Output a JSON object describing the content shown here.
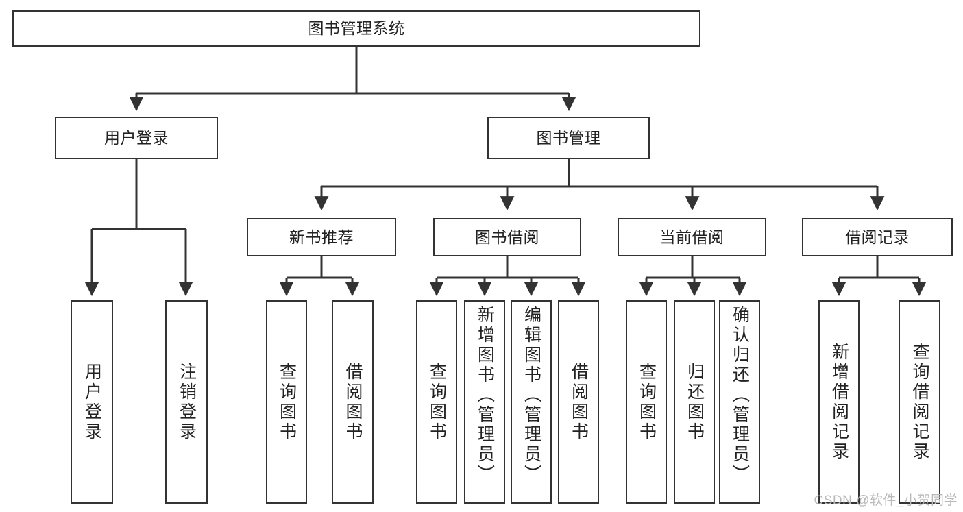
{
  "diagram": {
    "title": "图书管理系统",
    "type": "tree-hierarchy-diagram",
    "colors": {
      "stroke": "#333333",
      "fill": "#ffffff",
      "text": "#222222",
      "watermark": "#b9b9b9"
    },
    "root": {
      "label": "图书管理系统"
    },
    "level2": [
      {
        "label": "用户登录"
      },
      {
        "label": "图书管理"
      }
    ],
    "level3": [
      {
        "label": "新书推荐"
      },
      {
        "label": "图书借阅"
      },
      {
        "label": "当前借阅"
      },
      {
        "label": "借阅记录"
      }
    ],
    "leaves": {
      "user_login": [
        {
          "label": "用户登录"
        },
        {
          "label": "注销登录"
        }
      ],
      "new_book_recommend": [
        {
          "label": "查询图书"
        },
        {
          "label": "借阅图书"
        }
      ],
      "book_borrow": [
        {
          "label": "查询图书"
        },
        {
          "label": "新增图书（管理员）"
        },
        {
          "label": "编辑图书（管理员）"
        },
        {
          "label": "借阅图书"
        }
      ],
      "current_borrow": [
        {
          "label": "查询图书"
        },
        {
          "label": "归还图书"
        },
        {
          "label": "确认归还（管理员）"
        }
      ],
      "borrow_record": [
        {
          "label": "新增借阅记录"
        },
        {
          "label": "查询借阅记录"
        }
      ]
    }
  },
  "watermark": {
    "text": "CSDN @软件_小贺同学"
  }
}
